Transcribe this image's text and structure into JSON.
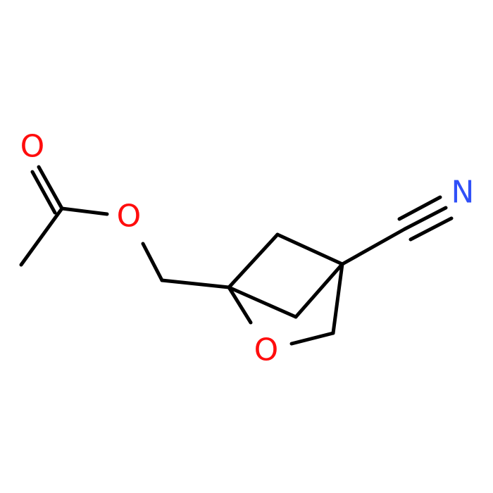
{
  "molecule": {
    "atoms": {
      "carbonyl_oxygen": {
        "symbol": "O",
        "color": "#ff0d0d"
      },
      "ester_oxygen": {
        "symbol": "O",
        "color": "#ff0d0d"
      },
      "ring_oxygen": {
        "symbol": "O",
        "color": "#ff0d0d"
      },
      "nitrile_nitrogen": {
        "symbol": "N",
        "color": "#3050f8"
      }
    },
    "bond_color": "#000000"
  }
}
